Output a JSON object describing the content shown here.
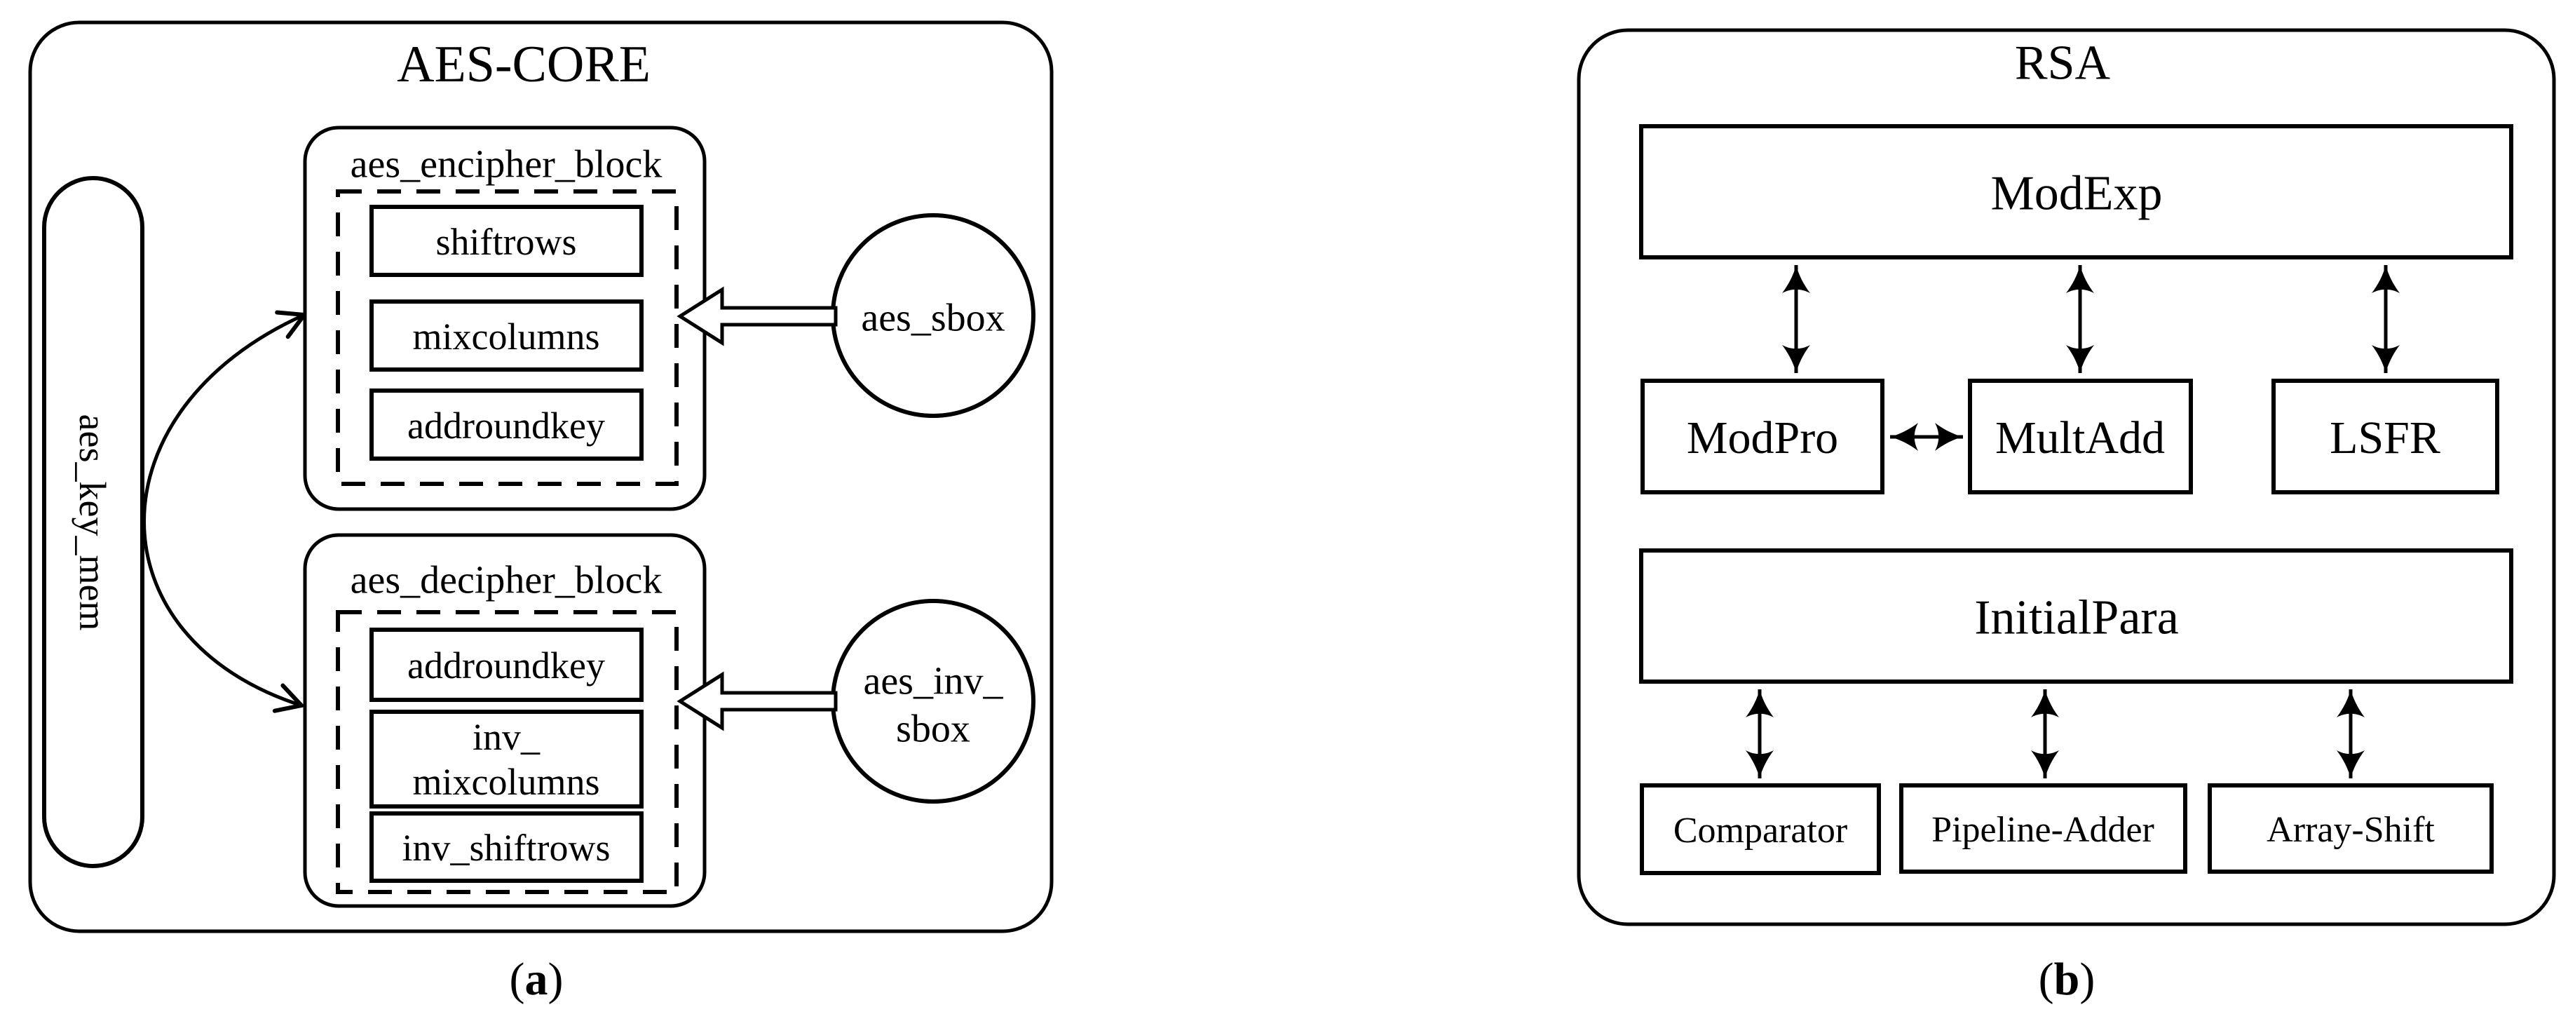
{
  "figure": {
    "colors": {
      "ink": "#000000",
      "background": "#ffffff"
    },
    "panel_a": {
      "caption_open": "(",
      "caption_letter": "a",
      "caption_close": ")",
      "title": "AES-CORE",
      "key_mem_label": "aes_key_mem",
      "encipher": {
        "label": "aes_encipher_block",
        "boxes": [
          "shiftrows",
          "mixcolumns",
          "addroundkey"
        ]
      },
      "decipher": {
        "label": "aes_decipher_block",
        "boxes": [
          "addroundkey",
          "inv_",
          "mixcolumns",
          "inv_shiftrows"
        ]
      },
      "sbox_label": "aes_sbox",
      "inv_sbox_line1": "aes_inv_",
      "inv_sbox_line2": "sbox"
    },
    "panel_b": {
      "caption_open": "(",
      "caption_letter": "b",
      "caption_close": ")",
      "title": "RSA",
      "modexp_label": "ModExp",
      "modpro_label": "ModPro",
      "multadd_label": "MultAdd",
      "lsfr_label": "LSFR",
      "initialpara_label": "InitialPara",
      "comparator_label": "Comparator",
      "pipeline_adder_label": "Pipeline-Adder",
      "array_shift_label": "Array-Shift"
    }
  }
}
